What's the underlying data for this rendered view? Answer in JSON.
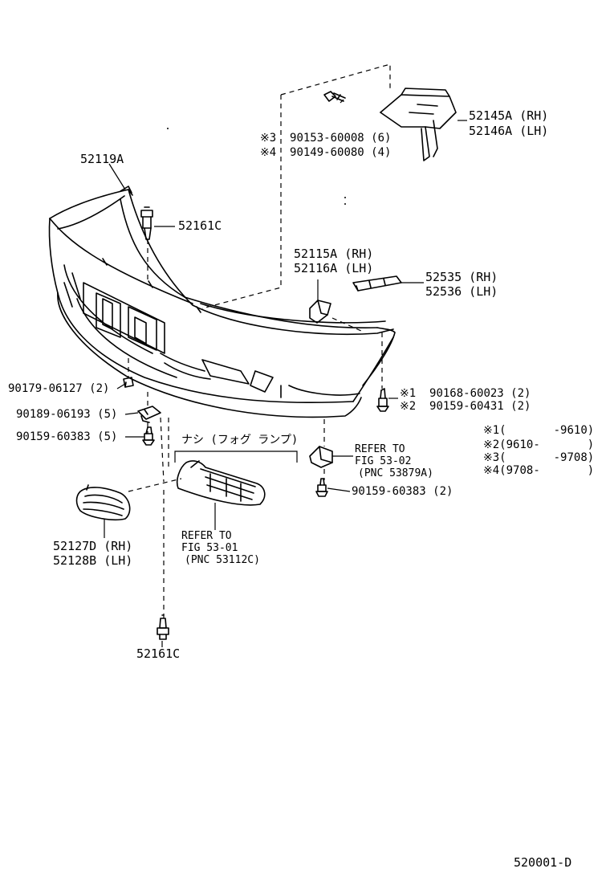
{
  "diagram_id": "520001-D",
  "parts": {
    "bumper_cover": "52119A",
    "clip_top": "52161C",
    "clip_bottom": "52161C",
    "bracket_upper_rh": "52145A (RH)",
    "bracket_upper_lh": "52146A (LH)",
    "bolt_3": "※3  90153-60008 (6)",
    "bolt_4": "※4  90149-60080 (4)",
    "retainer_rh": "52115A (RH)",
    "retainer_lh": "52116A (LH)",
    "seal_rh": "52535 (RH)",
    "seal_lh": "52536 (LH)",
    "nut_clip": "90179-06127 (2)",
    "clip_90189": "90189-06193 (5)",
    "screw_left": "90159-60383 (5)",
    "screw_1": "※1  90168-60023 (2)",
    "screw_2": "※2  90159-60431 (2)",
    "screw_right": "90159-60383 (2)",
    "grille_rh": "52127D (RH)",
    "grille_lh": "52128B (LH)"
  },
  "fog_note": "ナシ (フォグ ランプ)",
  "refer_right": {
    "line1": "REFER TO",
    "line2": "FIG 53-02",
    "line3": "(PNC 53879A)"
  },
  "refer_left": {
    "line1": "REFER TO",
    "line2": "FIG 53-01",
    "line3": "(PNC 53112C)"
  },
  "legend": [
    {
      "mark": "※1",
      "range": "(       -9610)"
    },
    {
      "mark": "※2",
      "range": "(9610-       )"
    },
    {
      "mark": "※3",
      "range": "(       -9708)"
    },
    {
      "mark": "※4",
      "range": "(9708-       )"
    }
  ]
}
